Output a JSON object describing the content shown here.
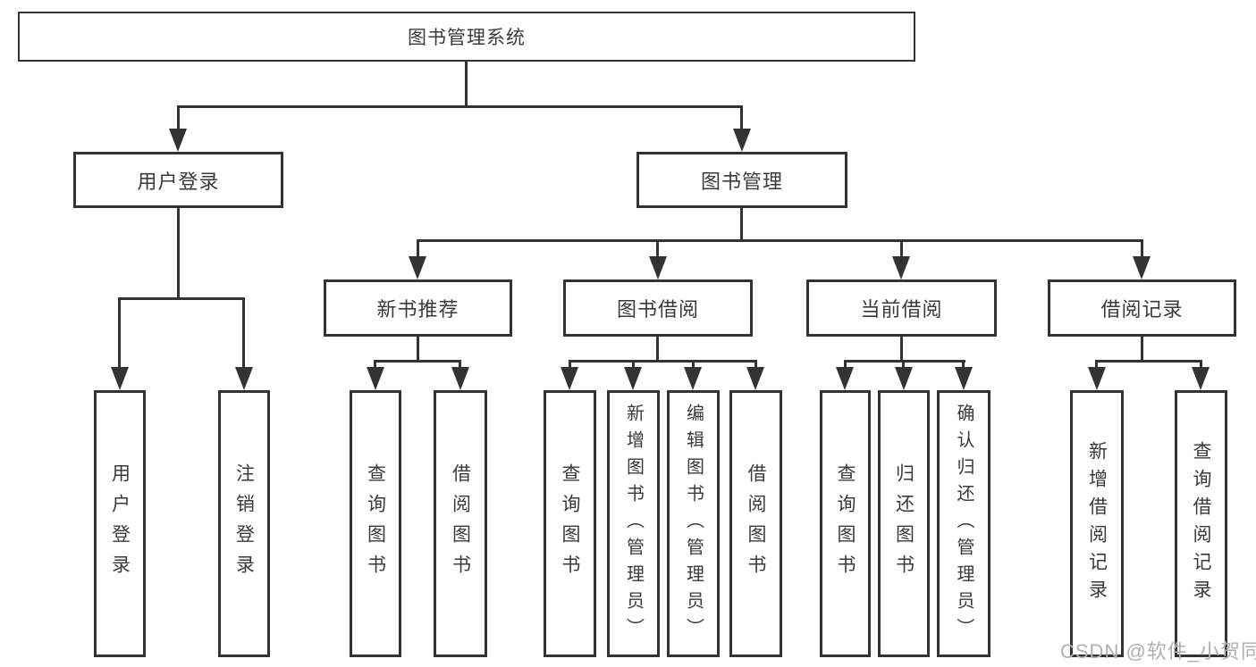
{
  "diagram": {
    "root": "图书管理系统",
    "level2": [
      "用户登录",
      "图书管理"
    ],
    "level3": [
      "新书推荐",
      "图书借阅",
      "当前借阅",
      "借阅记录"
    ],
    "leaves": {
      "user_login": [
        "用户登录",
        "注销登录"
      ],
      "new_book": [
        "查询图书",
        "借阅图书"
      ],
      "book_borrow": [
        "查询图书",
        "新增图书（管理员）",
        "编辑图书（管理员）",
        "借阅图书"
      ],
      "current_borrow": [
        "查询图书",
        "归还图书",
        "确认归还（管理员）"
      ],
      "borrow_records": [
        "新增借阅记录",
        "查询借阅记录"
      ]
    }
  },
  "colors": {
    "line": "#333333",
    "box_border": "#333333",
    "text": "#3a3a3a",
    "watermark": "#b0b0b0",
    "background": "#ffffff"
  },
  "watermark": "CSDN @软件_小贺同学"
}
